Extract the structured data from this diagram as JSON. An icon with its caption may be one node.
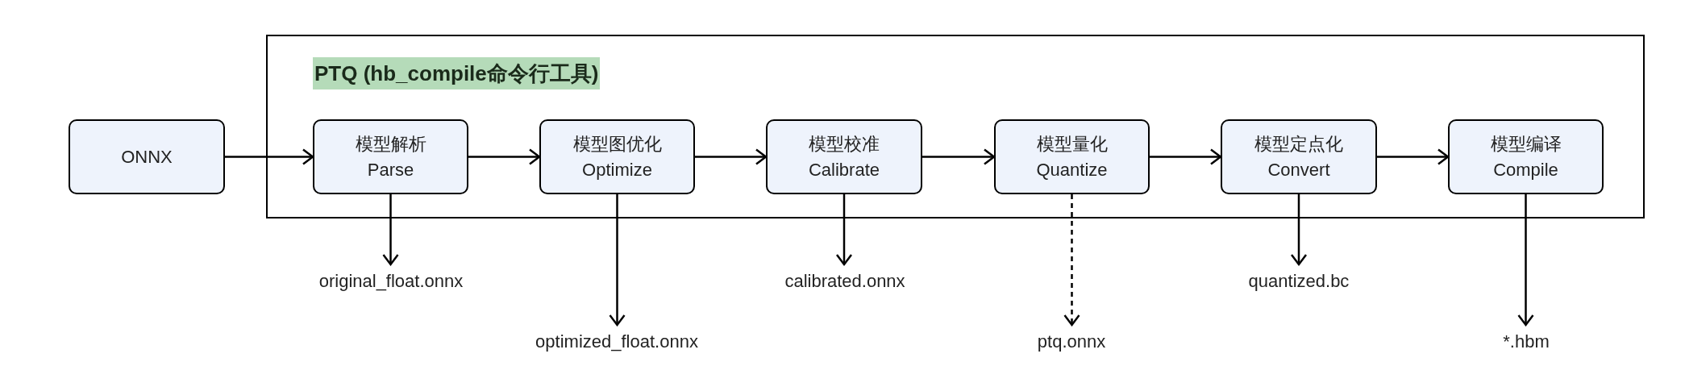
{
  "diagram": {
    "nodes": [
      {
        "text": [
          "ONNX"
        ]
      },
      {
        "text": [
          "PTQ (hb_compile命令行工具)"
        ]
      },
      {
        "text": [
          "模型解析",
          "Parse"
        ],
        "in": 1
      },
      {
        "text": [
          "模型图优化",
          "Optimize"
        ],
        "in": 1
      },
      {
        "text": [
          "模型校准",
          "Calibrate"
        ],
        "in": 1
      },
      {
        "text": [
          "模型量化",
          "Quantize"
        ],
        "in": 1
      },
      {
        "text": [
          "模型定点化",
          "Convert"
        ],
        "in": 1
      },
      {
        "text": [
          "模型编译",
          "Compile"
        ],
        "in": 1
      },
      {
        "text": [
          "original_float.onnx"
        ]
      },
      {
        "text": [
          "optimized_float.onnx"
        ]
      },
      {
        "text": [
          "calibrated.onnx"
        ]
      },
      {
        "text": [
          "ptq.onnx"
        ]
      },
      {
        "text": [
          "quantized.bc"
        ]
      },
      {
        "text": [
          "*.hbm"
        ]
      }
    ],
    "edges": [
      {
        "from": 0,
        "to": 2,
        "arrow": "to"
      },
      {
        "from": 2,
        "to": 3,
        "arrow": "to"
      },
      {
        "from": 3,
        "to": 4,
        "arrow": "to"
      },
      {
        "from": 4,
        "to": 5,
        "arrow": "to"
      },
      {
        "from": 5,
        "to": 6,
        "arrow": "to"
      },
      {
        "from": 6,
        "to": 7,
        "arrow": "to"
      },
      {
        "from": 2,
        "to": 8,
        "arrow": "to"
      },
      {
        "from": 3,
        "to": 9,
        "arrow": "to"
      },
      {
        "from": 4,
        "to": 10,
        "arrow": "to"
      },
      {
        "from": 5,
        "to": 11,
        "arrow": "to",
        "style": "dashed"
      },
      {
        "from": 6,
        "to": 12,
        "arrow": "to"
      },
      {
        "from": 7,
        "to": 13,
        "arrow": "to"
      }
    ]
  }
}
